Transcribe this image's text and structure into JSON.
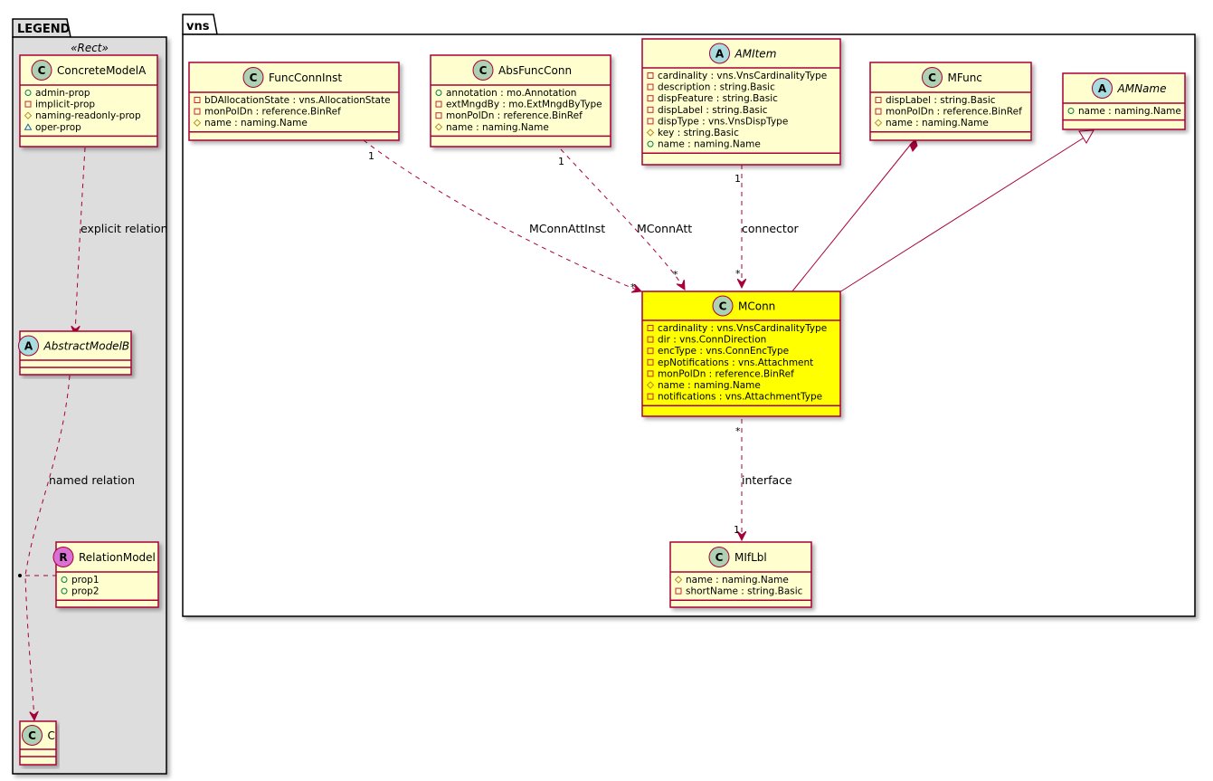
{
  "legend": {
    "title": "LEGEND",
    "stereotype": "«Rect»",
    "concrete": {
      "kind": "C",
      "name": "ConcreteModelA",
      "attributes": [
        {
          "vis": "public",
          "text": "admin-prop"
        },
        {
          "vis": "private",
          "text": "implicit-prop"
        },
        {
          "vis": "protected",
          "text": "naming-readonly-prop"
        },
        {
          "vis": "package",
          "text": "oper-prop"
        }
      ]
    },
    "abstract": {
      "kind": "A",
      "name": "AbstractModelB"
    },
    "relation_model": {
      "kind": "R",
      "name": "RelationModel",
      "attributes": [
        {
          "vis": "public",
          "text": "prop1"
        },
        {
          "vis": "public",
          "text": "prop2"
        }
      ]
    },
    "c_class": {
      "kind": "C",
      "name": "C"
    },
    "edges": {
      "explicit": "explicit relation",
      "named": "named relation"
    }
  },
  "package": {
    "title": "vns",
    "classes": {
      "funcconninst": {
        "kind": "C",
        "name": "FuncConnInst",
        "attributes": [
          {
            "vis": "private",
            "text": "bDAllocationState : vns.AllocationState"
          },
          {
            "vis": "private",
            "text": "monPolDn : reference.BinRef"
          },
          {
            "vis": "protected",
            "text": "name : naming.Name"
          }
        ]
      },
      "absfuncconn": {
        "kind": "C",
        "name": "AbsFuncConn",
        "attributes": [
          {
            "vis": "public",
            "text": "annotation : mo.Annotation"
          },
          {
            "vis": "private",
            "text": "extMngdBy : mo.ExtMngdByType"
          },
          {
            "vis": "private",
            "text": "monPolDn : reference.BinRef"
          },
          {
            "vis": "protected",
            "text": "name : naming.Name"
          }
        ]
      },
      "amitem": {
        "kind": "A",
        "name": "AMItem",
        "attributes": [
          {
            "vis": "private",
            "text": "cardinality : vns.VnsCardinalityType"
          },
          {
            "vis": "private",
            "text": "description : string.Basic"
          },
          {
            "vis": "private",
            "text": "dispFeature : string.Basic"
          },
          {
            "vis": "private",
            "text": "dispLabel : string.Basic"
          },
          {
            "vis": "private",
            "text": "dispType : vns.VnsDispType"
          },
          {
            "vis": "protected",
            "text": "key : string.Basic"
          },
          {
            "vis": "public",
            "text": "name : naming.Name"
          }
        ]
      },
      "mfunc": {
        "kind": "C",
        "name": "MFunc",
        "attributes": [
          {
            "vis": "private",
            "text": "dispLabel : string.Basic"
          },
          {
            "vis": "private",
            "text": "monPolDn : reference.BinRef"
          },
          {
            "vis": "protected",
            "text": "name : naming.Name"
          }
        ]
      },
      "amname": {
        "kind": "A",
        "name": "AMName",
        "attributes": [
          {
            "vis": "public",
            "text": "name : naming.Name"
          }
        ]
      },
      "mconn": {
        "kind": "C",
        "name": "MConn",
        "attributes": [
          {
            "vis": "private",
            "text": "cardinality : vns.VnsCardinalityType"
          },
          {
            "vis": "private",
            "text": "dir : vns.ConnDirection"
          },
          {
            "vis": "private",
            "text": "encType : vns.ConnEncType"
          },
          {
            "vis": "private",
            "text": "epNotifications : vns.Attachment"
          },
          {
            "vis": "private",
            "text": "monPolDn : reference.BinRef"
          },
          {
            "vis": "protected",
            "text": "name : naming.Name"
          },
          {
            "vis": "private",
            "text": "notifications : vns.AttachmentType"
          }
        ]
      },
      "miflbl": {
        "kind": "C",
        "name": "MIfLbl",
        "attributes": [
          {
            "vis": "protected",
            "text": "name : naming.Name"
          },
          {
            "vis": "private",
            "text": "shortName : string.Basic"
          }
        ]
      }
    },
    "edges": {
      "mconnattinst": {
        "label": "MConnAttInst",
        "src_mult": "1",
        "dst_mult": "*"
      },
      "mconnatt": {
        "label": "MConnAtt",
        "src_mult": "1",
        "dst_mult": "*"
      },
      "connector": {
        "label": "connector",
        "src_mult": "1",
        "dst_mult": "*"
      },
      "interface": {
        "label": "interface",
        "src_mult": "*",
        "dst_mult": "1"
      }
    }
  },
  "colors": {
    "class_fill": "#FEFECE",
    "class_border": "#A80036",
    "highlight_fill": "#FFFF00",
    "edge": "#A80036",
    "legend_bg": "#DDDDDD",
    "circle_c": "#ADD1B2",
    "circle_a": "#A9DCDF",
    "circle_r": "#DA70D6"
  }
}
